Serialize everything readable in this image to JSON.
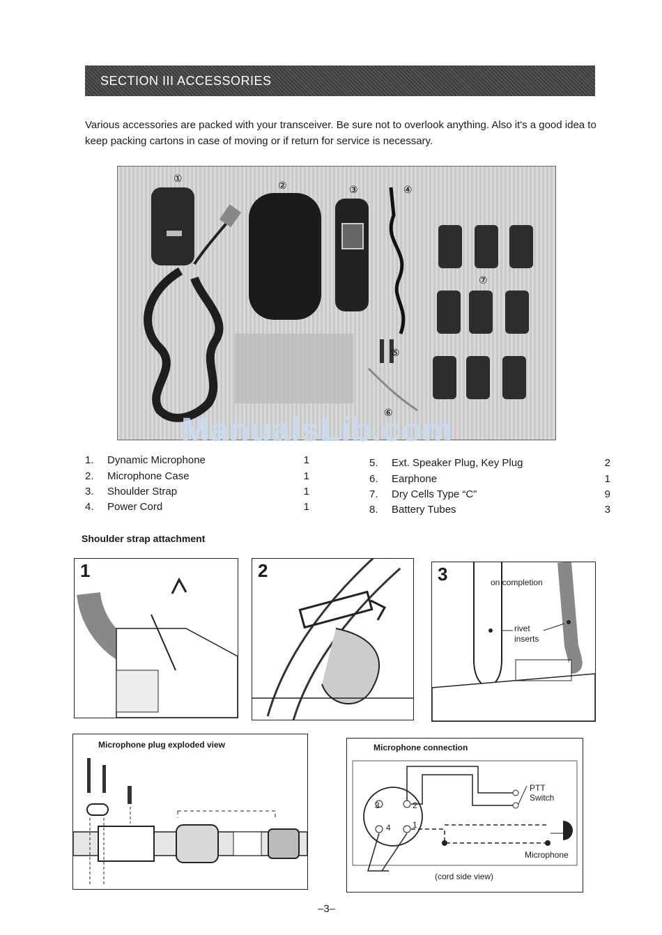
{
  "section": {
    "title": "SECTION  III  ACCESSORIES"
  },
  "intro": "Various accessories are packed with your transceiver.  Be sure not to overlook anything.  Also it's a good idea to keep packing cartons in case of moving or if return for service is necessary.",
  "photo": {
    "callouts": [
      "①",
      "②",
      "③",
      "④",
      "⑤",
      "⑥",
      "⑦"
    ],
    "watermark": "ManualsLib.com"
  },
  "accessories_left": [
    {
      "num": "1.",
      "name": "Dynamic Microphone",
      "qty": "1"
    },
    {
      "num": "2.",
      "name": "Microphone Case",
      "qty": "1"
    },
    {
      "num": "3.",
      "name": "Shoulder Strap",
      "qty": "1"
    },
    {
      "num": "4.",
      "name": "Power Cord",
      "qty": "1"
    }
  ],
  "accessories_right": [
    {
      "num": "5.",
      "name": "Ext. Speaker Plug, Key Plug",
      "qty": "2"
    },
    {
      "num": "6.",
      "name": "Earphone",
      "qty": "1"
    },
    {
      "num": "7.",
      "name": "Dry Cells Type “C”",
      "qty": "9"
    },
    {
      "num": "8.",
      "name": "Battery Tubes",
      "qty": "3"
    }
  ],
  "strap": {
    "heading": "Shoulder strap attachment",
    "panels": [
      {
        "num": "1"
      },
      {
        "num": "2"
      },
      {
        "num": "3",
        "label_completion": "on completion",
        "label_rivet": "rivet",
        "label_inserts": "inserts"
      }
    ]
  },
  "plug_view": {
    "title": "Microphone plug exploded view"
  },
  "mic_connection": {
    "title": "Microphone connection",
    "pins": [
      "3",
      "2",
      "4",
      "1"
    ],
    "ptt_line1": "PTT",
    "ptt_line2": "Switch",
    "microphone_label": "Microphone",
    "caption": "(cord side view)"
  },
  "page_number": "–3–"
}
